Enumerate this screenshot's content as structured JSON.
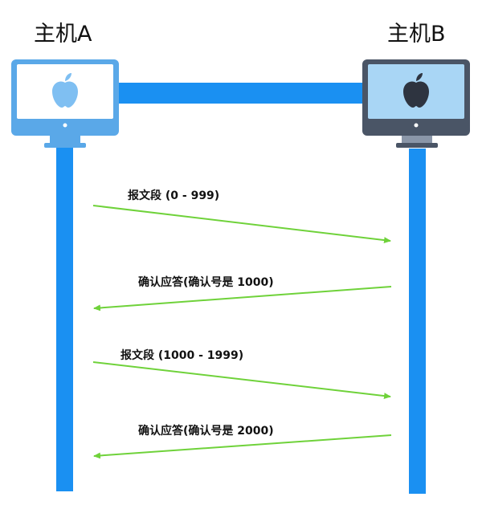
{
  "host_a": {
    "label": "主机A",
    "monitor": "computer-monitor-icon",
    "logo": "apple-logo-icon",
    "logo_color": "#7fbff2",
    "screen_color": "#ffffff",
    "frame_color": "#5aa8e8"
  },
  "host_b": {
    "label": "主机B",
    "monitor": "computer-monitor-icon",
    "logo": "apple-logo-icon",
    "logo_color": "#2e3440",
    "screen_color": "#a9d6f5",
    "frame_color": "#4a5566"
  },
  "colors": {
    "line_blue": "#1a90f2",
    "arrow_green": "#6fd23a"
  },
  "messages": [
    {
      "label": "报文段 (0 - 999)",
      "direction": "A-to-B"
    },
    {
      "label": "确认应答(确认号是 1000)",
      "direction": "B-to-A"
    },
    {
      "label": "报文段 (1000 - 1999)",
      "direction": "A-to-B"
    },
    {
      "label": "确认应答(确认号是 2000)",
      "direction": "B-to-A"
    }
  ]
}
